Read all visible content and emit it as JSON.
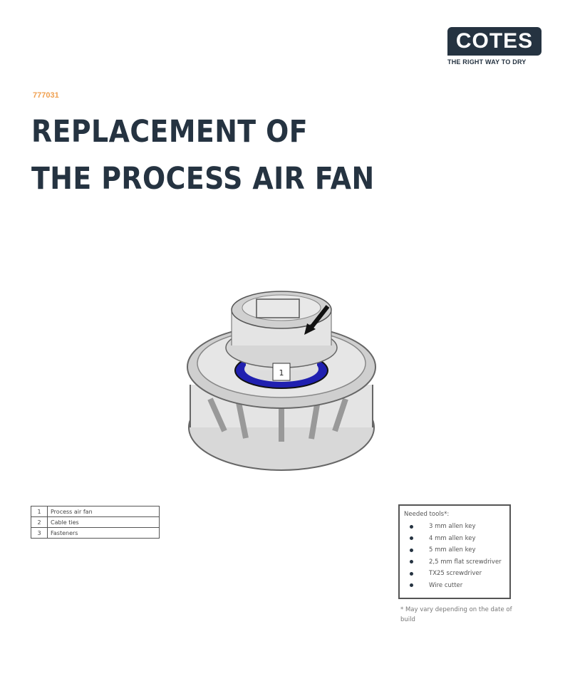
{
  "logo": {
    "brand": "COTES",
    "tagline": "THE RIGHT WAY TO DRY"
  },
  "document_number": "777031",
  "title_lines": [
    "REPLACEMENT OF",
    "THE PROCESS AIR FAN"
  ],
  "figure": {
    "callout": "1"
  },
  "parts": [
    {
      "number": "1",
      "label": "Process air fan"
    },
    {
      "number": "2",
      "label": "Cable ties"
    },
    {
      "number": "3",
      "label": "Fasteners"
    }
  ],
  "tools": {
    "heading": "Needed tools*:",
    "items": [
      "3 mm allen key",
      "4 mm allen key",
      "5 mm allen key",
      "2,5 mm flat screwdriver",
      "TX25 screwdriver",
      "Wire cutter"
    ],
    "footnote": "* May vary depending on the date of build"
  },
  "colors": {
    "brand": "#253341",
    "accent": "#f0a050",
    "ring": "#2020b0"
  }
}
